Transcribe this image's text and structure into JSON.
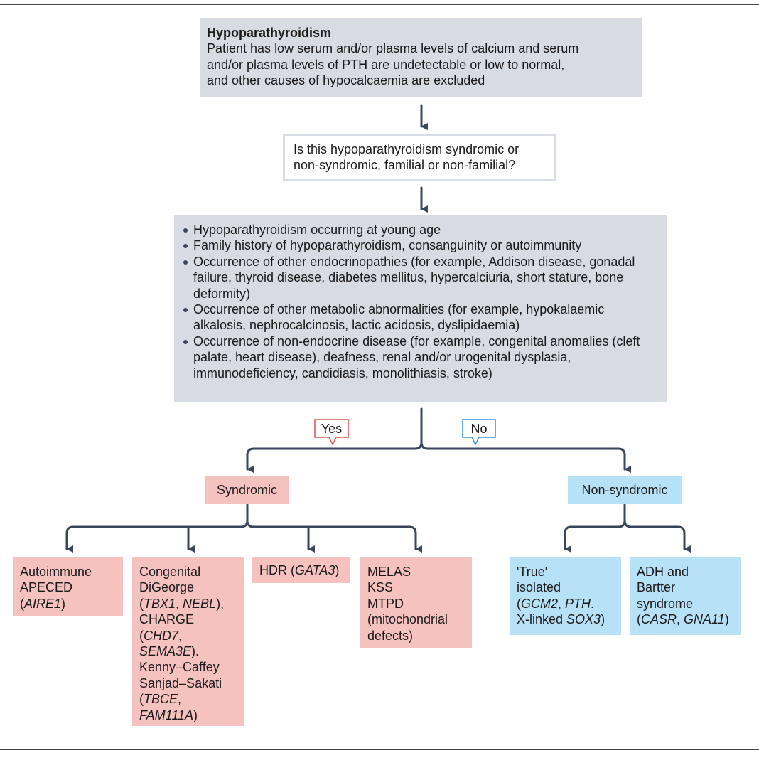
{
  "top_box": {
    "title": "Hypoparathyroidism",
    "lines": [
      "Patient has low serum and/or plasma levels of calcium and serum",
      "and/or plasma levels of PTH are undetectable or low to normal,",
      "and other causes of hypocalcaemia are excluded"
    ]
  },
  "question_box": {
    "lines": [
      "Is this hypoparathyroidism syndromic or",
      "non-syndromic, familial or non-familial?"
    ]
  },
  "criteria_box": {
    "items": [
      "Hypoparathyroidism occurring at young age",
      "Family history of hypoparathyroidism, consanguinity or autoimmunity",
      "Occurrence of other endocrinopathies (for example, Addison disease, gonadal failure, thyroid disease, diabetes mellitus, hypercalciuria, short stature, bone deformity)",
      "Occurrence of other metabolic abnormalities (for example, hypokalaemic alkalosis, nephrocalcinosis, lactic acidosis, dyslipidaemia)",
      "Occurrence of non-endocrine disease (for example, congenital anomalies (cleft palate, heart disease), deafness, renal and/or urogenital dysplasia, immunodeficiency, candidiasis, monolithiasis, stroke)"
    ]
  },
  "branches": {
    "yes_label": "Yes",
    "no_label": "No",
    "syndromic_label": "Syndromic",
    "nonsyndromic_label": "Non-syndromic"
  },
  "syndromic_leaves": {
    "autoimmune": {
      "lines": [
        "Autoimmune",
        "APECED"
      ],
      "gene_open": "(",
      "gene": "AIRE1",
      "gene_close": ")"
    },
    "congenital": {
      "l1": "Congenital",
      "l2": "DiGeorge",
      "l3_open": "(",
      "l3_g1": "TBX1",
      "l3_sep": ", ",
      "l3_g2": "NEBL",
      "l3_close": "),",
      "l4": "CHARGE",
      "l5_open": "(",
      "l5_g1": "CHD7",
      "l5_sep": ",",
      "l6_g2": "SEMA3E",
      "l6_close": ").",
      "l7": "Kenny–Caffey",
      "l8": "Sanjad–Sakati",
      "l9_open": "(",
      "l9_g1": "TBCE",
      "l9_sep": ",",
      "l10_g2": "FAM111A",
      "l10_close": ")"
    },
    "hdr": {
      "prefix": "HDR (",
      "gene": "GATA3",
      "suffix": ")"
    },
    "mito": {
      "lines": [
        "MELAS",
        "KSS",
        "MTPD",
        "(mitochondrial",
        "defects)"
      ]
    }
  },
  "nonsyndromic_leaves": {
    "true_isolated": {
      "l1": "'True'",
      "l2": "isolated",
      "l3_open": "(",
      "l3_g1": "GCM2",
      "l3_sep": ", ",
      "l3_g2": "PTH",
      "l3_close": ".",
      "l4_prefix": "X-linked ",
      "l4_gene": "SOX3",
      "l4_close": ")"
    },
    "adh": {
      "l1": "ADH and",
      "l2": "Bartter",
      "l3": "syndrome",
      "l4_open": "(",
      "l4_g1": "CASR",
      "l4_sep": ", ",
      "l4_g2": "GNA11",
      "l4_close": ")"
    }
  },
  "colors": {
    "grey_box": "#d7dbe2",
    "syndromic_pink": "#f6c2bf",
    "nonsyndromic_blue": "#b7e1f6",
    "connector": "#37465a",
    "yes_outline": "#d9534f",
    "no_outline": "#3a8fd0"
  }
}
